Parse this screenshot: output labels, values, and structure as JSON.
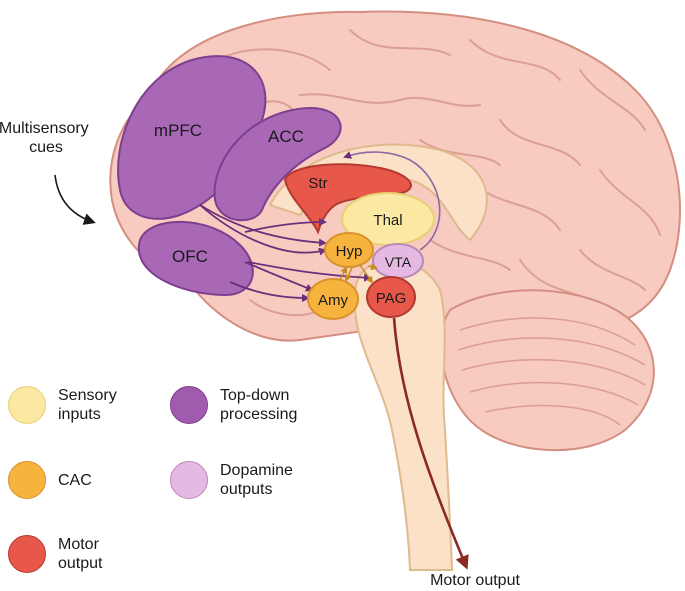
{
  "labels": {
    "input_cue": "Multisensory\ncues",
    "mpfc": "mPFC",
    "acc": "ACC",
    "ofc": "OFC",
    "str": "Str",
    "thal": "Thal",
    "hyp": "Hyp",
    "vta": "VTA",
    "amy": "Amy",
    "pag": "PAG",
    "output": "Motor output"
  },
  "legend": [
    {
      "id": "sensory",
      "label": "Sensory\ninputs",
      "color": "#fbe9a3",
      "border": "#e8cf70"
    },
    {
      "id": "topdown",
      "label": "Top-down\nprocessing",
      "color": "#a05bae",
      "border": "#7e3f8e"
    },
    {
      "id": "cac",
      "label": "CAC",
      "color": "#f6b33e",
      "border": "#d9912a"
    },
    {
      "id": "dopamine",
      "label": "Dopamine\noutputs",
      "color": "#e6b9e3",
      "border": "#b98ab6"
    },
    {
      "id": "motor",
      "label": "Motor\noutput",
      "color": "#e8584a",
      "border": "#b33a30"
    }
  ],
  "colors": {
    "brain": "#f7cbbf",
    "brain_line": "#d48e82",
    "top_down": "#a868b6",
    "sensory": "#fbe9a3",
    "cac": "#f6b33e",
    "dopamine": "#e6b9e3",
    "motor": "#e8584a",
    "arrow_purple": "#6b2f7b",
    "arrow_dark_red": "#8a2a22"
  }
}
